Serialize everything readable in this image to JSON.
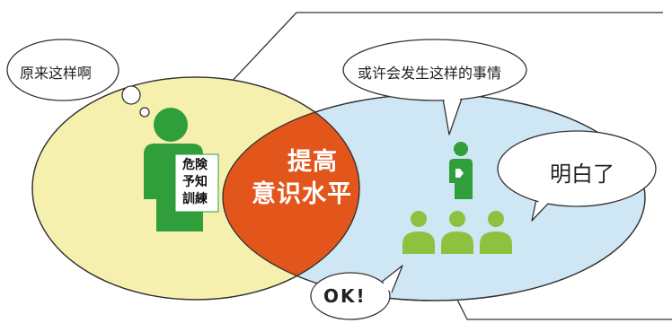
{
  "bubbles": {
    "left_thought": "原来这样啊",
    "top_speech": "或许会发生这样的事情",
    "right_speech": "明白了",
    "bottom_speech": "OK!"
  },
  "center": {
    "line1": "提高",
    "line2": "意识水平"
  },
  "card": {
    "line1": "危険",
    "line2": "予知",
    "line3": "訓練"
  },
  "colors": {
    "yellow_circle": "#f6f0ae",
    "blue_circle": "#cfe6f4",
    "overlap": "#e2561c",
    "person_green": "#2f9e3b",
    "group_green": "#8cc23f"
  },
  "icons": [
    "instructor-person-icon",
    "speaker-person-icon",
    "listener-person-icon"
  ]
}
